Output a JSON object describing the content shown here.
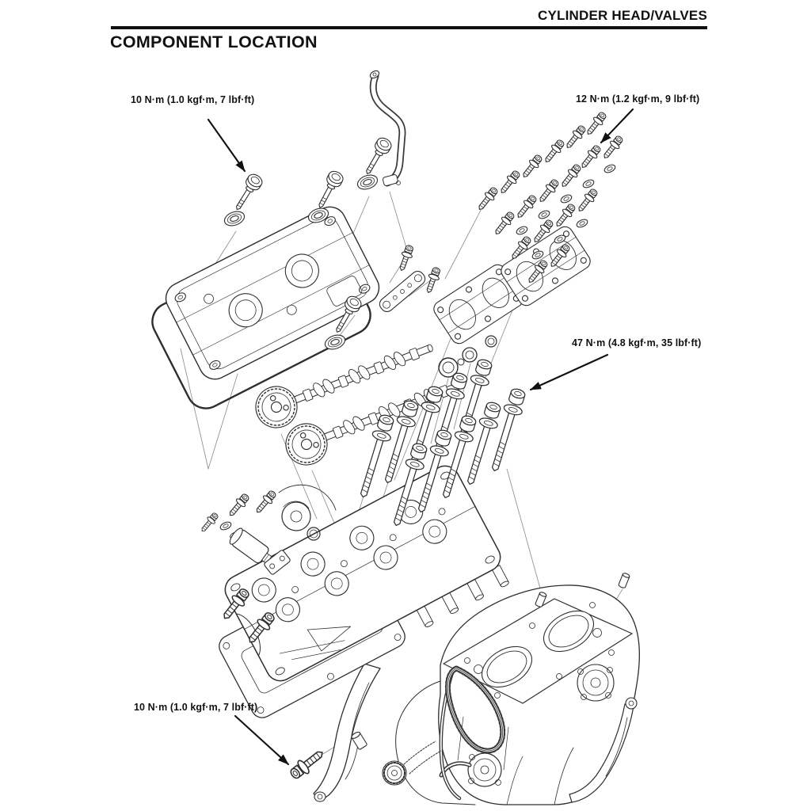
{
  "page": {
    "header": "CYLINDER HEAD/VALVES",
    "title": "COMPONENT LOCATION"
  },
  "torque_labels": {
    "cover_bolts": "10 N·m (1.0 kgf·m, 7 lbf·ft)",
    "cam_holder_bolts": "12 N·m (1.2 kgf·m, 9 lbf·ft)",
    "head_bolts": "47 N·m (4.8 kgf·m, 35 lbf·ft)",
    "chain_guide_bolt": "10 N·m (1.0 kgf·m, 7 lbf·ft)"
  },
  "colors": {
    "ink": "#111111",
    "line_art": "#2e2e2e",
    "leader_line": "#8f8f8f"
  }
}
